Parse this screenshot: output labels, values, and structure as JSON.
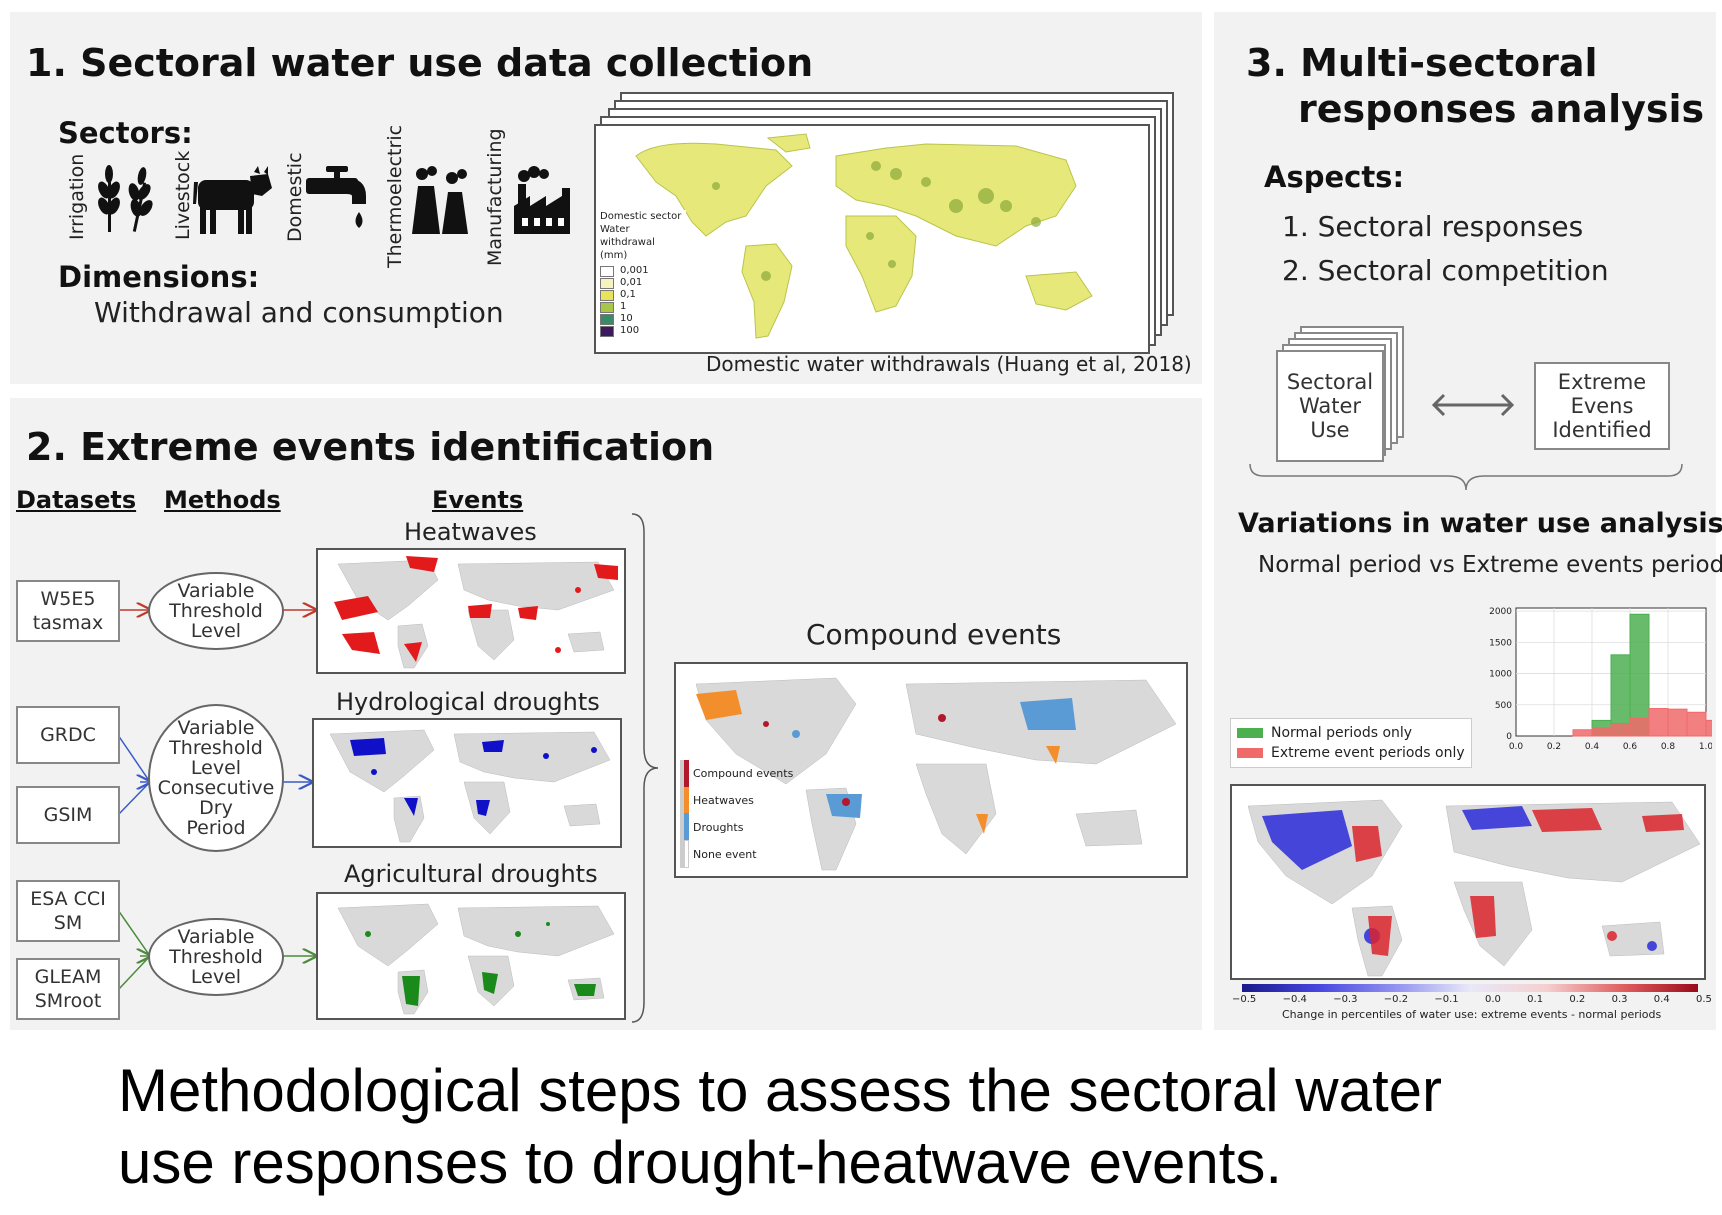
{
  "section1": {
    "title": "1.  Sectoral water use data collection",
    "sectors_label": "Sectors:",
    "sectors": [
      {
        "name": "Irrigation",
        "icon": "wheat-icon"
      },
      {
        "name": "Livestock",
        "icon": "cow-icon"
      },
      {
        "name": "Domestic",
        "icon": "faucet-icon"
      },
      {
        "name": "Thermoelectric",
        "icon": "power-plant-icon"
      },
      {
        "name": "Manufacturing",
        "icon": "factory-icon"
      }
    ],
    "dimensions_label": "Dimensions:",
    "dimensions_value": "Withdrawal and consumption",
    "map_legend_title": "Domestic sector\nWater withdrawal\n(mm)",
    "map_legend": [
      {
        "label": "0,001",
        "color": "#ffffff"
      },
      {
        "label": "0,01",
        "color": "#f7f3c0"
      },
      {
        "label": "0,1",
        "color": "#e8e35a"
      },
      {
        "label": "1",
        "color": "#a8c74a"
      },
      {
        "label": "10",
        "color": "#3a8a6a"
      },
      {
        "label": "100",
        "color": "#3b1a5e"
      }
    ],
    "map_caption": "Domestic water withdrawals (Huang et al, 2018)"
  },
  "section2": {
    "title": "2.  Extreme events identification",
    "col_datasets": "Datasets",
    "col_methods": "Methods",
    "col_events": "Events",
    "datasets": [
      "W5E5\ntasmax",
      "GRDC",
      "GSIM",
      "ESA CCI\nSM",
      "GLEAM\nSMroot"
    ],
    "methods": [
      "Variable\nThreshold\nLevel",
      "Variable\nThreshold\nLevel\nConsecutive\nDry\nPeriod",
      "Variable\nThreshold\nLevel"
    ],
    "events": [
      "Heatwaves",
      "Hydrological droughts",
      "Agricultural droughts"
    ],
    "compound_title": "Compound events",
    "compound_legend": [
      "Compound events",
      "Heatwaves",
      "Droughts",
      "None event"
    ],
    "colors": {
      "heatwave": "#e31a1c",
      "hydro": "#1010c8",
      "agri": "#1a8a1a",
      "compound": "#b2182b",
      "hw_compound": "#f28e2b",
      "drought_compound": "#5b9bd5",
      "arrow_red": "#c0392b",
      "arrow_blue": "#3a5bc7",
      "arrow_green": "#4a8a3a"
    }
  },
  "section3": {
    "title_line1": "3.  Multi-sectoral",
    "title_line2": "responses analysis",
    "aspects_label": "Aspects:",
    "aspects": [
      "1.   Sectoral responses",
      "2.   Sectoral competition"
    ],
    "box_left": "Sectoral\nWater\nUse",
    "box_right": "Extreme\nEvens\nIdentified",
    "variations_title": "Variations in water use analysis",
    "variations_subtitle": "Normal period vs Extreme events periods",
    "hist_legend": [
      "Normal periods only",
      "Extreme event periods only"
    ],
    "colorbar_ticks": [
      "−0.5",
      "−0.4",
      "−0.3",
      "−0.2",
      "−0.1",
      "0.0",
      "0.1",
      "0.2",
      "0.3",
      "0.4",
      "0.5"
    ],
    "colorbar_label": "Change in percentiles of water use: extreme events - normal periods"
  },
  "chart_data": {
    "type": "bar",
    "x_edges": [
      0.0,
      0.1,
      0.2,
      0.3,
      0.4,
      0.5,
      0.6,
      0.7,
      0.8,
      0.9,
      1.0
    ],
    "xticks": [
      "0.0",
      "0.2",
      "0.4",
      "0.6",
      "0.8",
      "1.0"
    ],
    "yticks": [
      "0",
      "500",
      "1000",
      "1500",
      "2000"
    ],
    "ylim": [
      0,
      2050
    ],
    "series": [
      {
        "name": "Normal periods only",
        "color": "#4caf50",
        "values": [
          0,
          0,
          0,
          0,
          250,
          1300,
          1950,
          0,
          0,
          0,
          0
        ]
      },
      {
        "name": "Extreme event periods only",
        "color": "#f06a6a",
        "values": [
          0,
          0,
          0,
          100,
          130,
          200,
          280,
          440,
          430,
          380,
          250
        ]
      }
    ],
    "bins_values_note_free": true
  },
  "caption": {
    "line1": "Methodological steps to assess the sectoral water",
    "line2": "use responses to drought-heatwave events."
  }
}
